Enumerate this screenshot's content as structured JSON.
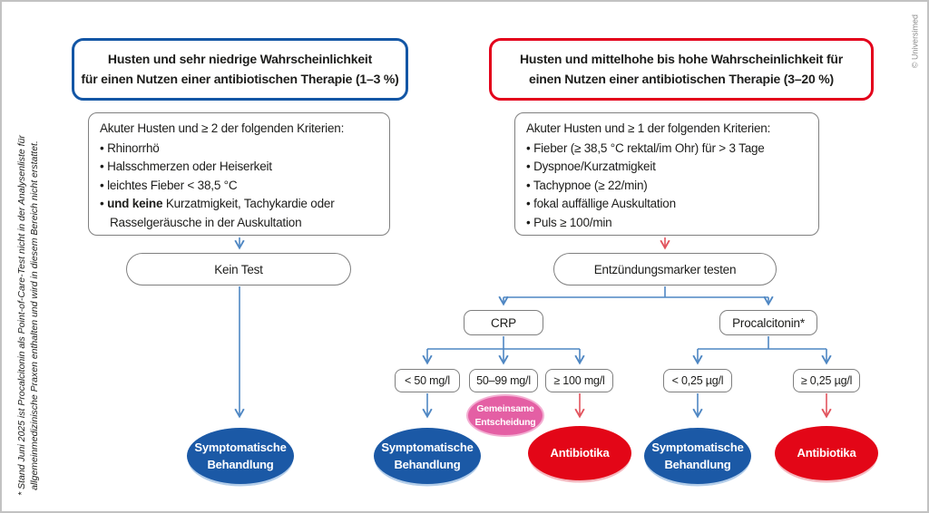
{
  "credit": "© Universimed",
  "footnote": {
    "line1": "* Stand Juni 2025 ist Procalcitonin als Point-of-Care-Test nicht in der Analysenliste für",
    "line2": "allgemeinmedizinische Praxen enthalten und wird in diesem Bereich nicht erstattet."
  },
  "colors": {
    "blue": "#1356a5",
    "red": "#e30617",
    "pink": "#e45fa4",
    "arrow_blue": "#4f87c3",
    "arrow_red": "#e2545e",
    "box_border": "#7f7f7f"
  },
  "left_branch": {
    "title_lines": [
      "Husten und sehr niedrige Wahrscheinlichkeit",
      "für einen Nutzen einer antibiotischen Therapie (1–3 %)"
    ],
    "criteria": {
      "heading": "Akuter Husten und ≥ 2 der folgenden Kriterien:",
      "items": [
        {
          "pre": "• ",
          "text": "Rhinorrhö"
        },
        {
          "pre": "• ",
          "text": "Halsschmerzen oder Heiserkeit"
        },
        {
          "pre": "• ",
          "text": "leichtes Fieber < 38,5 °C"
        },
        {
          "pre": "• ",
          "bold": "und keine",
          "text": " Kurzatmigkeit, Tachykardie oder Rasselge­räusche in der Auskultation"
        }
      ]
    },
    "test_node": "Kein Test",
    "outcome": {
      "line1": "Symptomatische",
      "line2": "Behandlung"
    }
  },
  "right_branch": {
    "title_lines": [
      "Husten und mittelhohe bis hohe Wahrscheinlichkeit für",
      "einen Nutzen einer antibiotischen Therapie (3–20 %)"
    ],
    "criteria": {
      "heading": "Akuter Husten und ≥ 1 der folgenden Kriterien:",
      "items": [
        {
          "pre": "• ",
          "text": "Fieber (≥ 38,5 °C rektal/im Ohr) für > 3 Tage"
        },
        {
          "pre": "• ",
          "text": "Dyspnoe/Kurzatmigkeit"
        },
        {
          "pre": "• ",
          "text": "Tachypnoe (≥ 22/min)"
        },
        {
          "pre": "• ",
          "text": "fokal auffällige Auskultation"
        },
        {
          "pre": "• ",
          "text": "Puls ≥ 100/min"
        }
      ]
    },
    "test_node": "Entzündungsmarker testen",
    "crp": {
      "label": "CRP",
      "thresholds": [
        "< 50 mg/l",
        "50–99 mg/l",
        "≥ 100 mg/l"
      ]
    },
    "pct": {
      "label": "Procalcitonin*",
      "thresholds": [
        "< 0,25 µg/l",
        "≥ 0,25 µg/l"
      ]
    },
    "outcomes": {
      "symptomatic": {
        "line1": "Symptomatische",
        "line2": "Behandlung"
      },
      "shared_decision": {
        "line1": "Gemeinsame",
        "line2": "Entscheidung"
      },
      "antibiotics": "Antibiotika"
    }
  }
}
